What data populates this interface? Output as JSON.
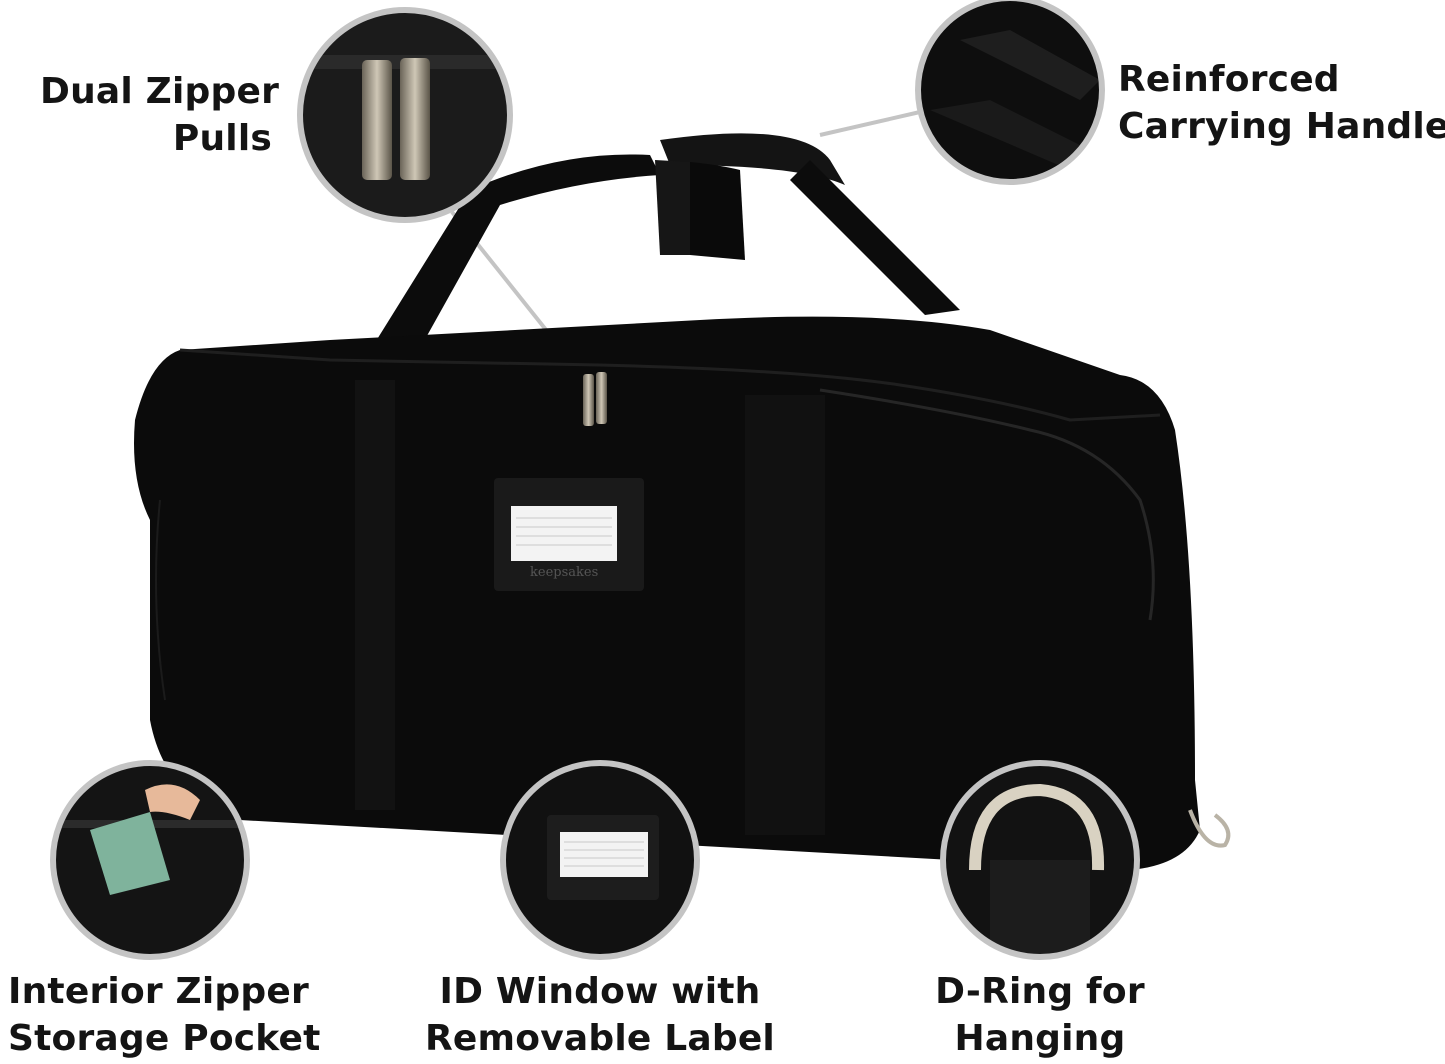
{
  "callouts": {
    "dual_zipper": {
      "line1": "Dual Zipper",
      "line2": "Pulls"
    },
    "handles": {
      "line1": "Reinforced",
      "line2": "Carrying Handles"
    },
    "interior_pocket": {
      "line1": "Interior Zipper",
      "line2": "Storage Pocket"
    },
    "id_window": {
      "line1": "ID Window with",
      "line2": "Removable Label"
    },
    "d_ring": {
      "line1": "D-Ring for",
      "line2": "Hanging"
    }
  },
  "brand_mark": "keepsakes",
  "colors": {
    "bag": "#0b0b0b",
    "callout_ring": "#c4c4c4",
    "text": "#141414"
  }
}
